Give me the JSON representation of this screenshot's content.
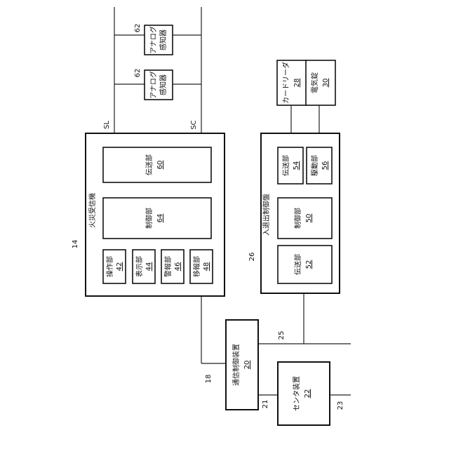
{
  "fire_receiver": {
    "ref": "14",
    "title": "火災受信機",
    "transmission": {
      "label": "伝送部",
      "num": "60"
    },
    "control": {
      "label": "制御部",
      "num": "64"
    },
    "operation": {
      "label": "操作部",
      "num": "42"
    },
    "display": {
      "label": "表示部",
      "num": "44"
    },
    "alarm": {
      "label": "警報部",
      "num": "46"
    },
    "relocation": {
      "label": "移報部",
      "num": "48"
    }
  },
  "sensors": [
    {
      "ref": "62",
      "label_line1": "アナログ",
      "label_line2": "感知器"
    },
    {
      "ref": "62",
      "label_line1": "アナログ",
      "label_line2": "感知器"
    }
  ],
  "signal_lines": {
    "sl": "SL",
    "sc": "SC"
  },
  "access_control": {
    "ref": "26",
    "title": "入退出制御盤",
    "transmission": {
      "label": "伝送部",
      "num": "52"
    },
    "control": {
      "label": "制御部",
      "num": "50"
    },
    "transmission2": {
      "label": "伝送部",
      "num": "54"
    },
    "drive": {
      "label": "駆動部",
      "num": "56"
    }
  },
  "card_reader": {
    "label": "カードリーダ",
    "num": "28"
  },
  "electric_lock": {
    "label": "電気錠",
    "num": "30"
  },
  "comm_device": {
    "ref": "18",
    "label": "通信制御装置",
    "num": "20"
  },
  "center_device": {
    "ref": "21",
    "label": "センタ装置",
    "num": "22"
  },
  "line_refs": {
    "r23": "23",
    "r25": "25"
  }
}
